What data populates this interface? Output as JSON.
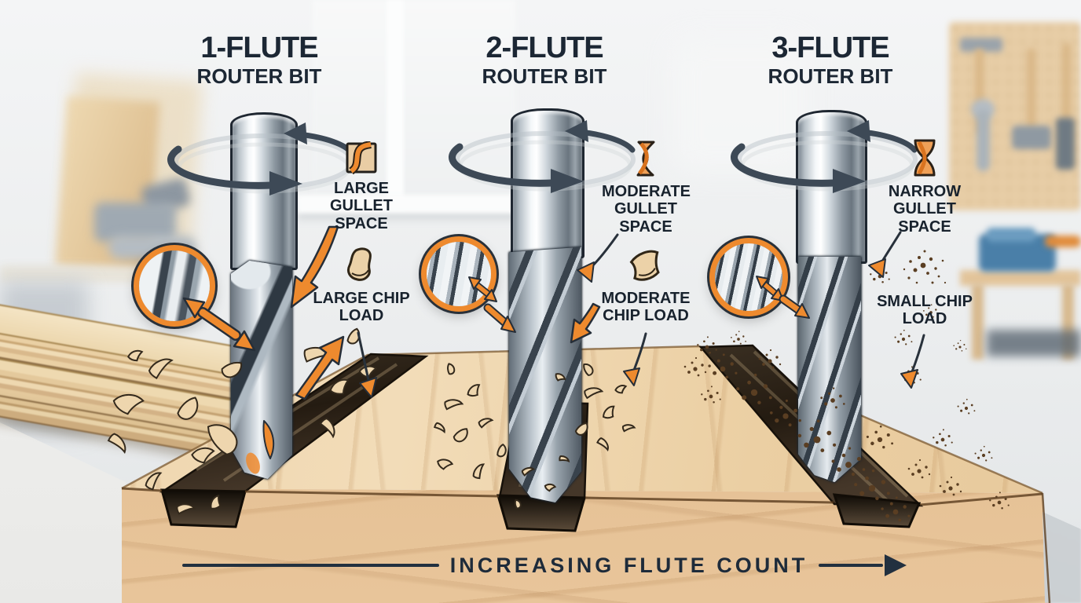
{
  "infographic": {
    "panels": [
      {
        "title": "1-FLUTE",
        "subtitle": "ROUTER BIT",
        "gullet_label": "LARGE GULLET SPACE",
        "gullet_icon": "wide-s-curve-swatch-icon",
        "chip_label": "LARGE CHIP LOAD",
        "chip_icon": "large-wood-chip-icon",
        "detail_icon": "flute-detail-magnifier",
        "rotation_icon": "rotation-direction-arrows"
      },
      {
        "title": "2-FLUTE",
        "subtitle": "ROUTER BIT",
        "gullet_label": "MODERATE GULLET SPACE",
        "gullet_icon": "twisted-ribbon-icon",
        "chip_label": "MODERATE CHIP LOAD",
        "chip_icon": "medium-wood-chip-icon",
        "detail_icon": "flute-detail-magnifier",
        "rotation_icon": "rotation-direction-arrows"
      },
      {
        "title": "3-FLUTE",
        "subtitle": "ROUTER BIT",
        "gullet_label": "NARROW GULLET SPACE",
        "gullet_icon": "hourglass-icon",
        "chip_label": "SMALL CHIP LOAD",
        "chip_icon": "sawdust-cluster-icon",
        "detail_icon": "flute-detail-magnifier",
        "rotation_icon": "rotation-direction-arrows"
      }
    ],
    "bottom_axis_label": "INCREASING FLUTE COUNT",
    "colors": {
      "accent_orange": "#EE8A2E",
      "ink_navy": "#1E2A38",
      "wood_tan": "#ECD2A9",
      "groove_brown": "#2A2118",
      "metal_gray": "#9AA5AE"
    }
  }
}
